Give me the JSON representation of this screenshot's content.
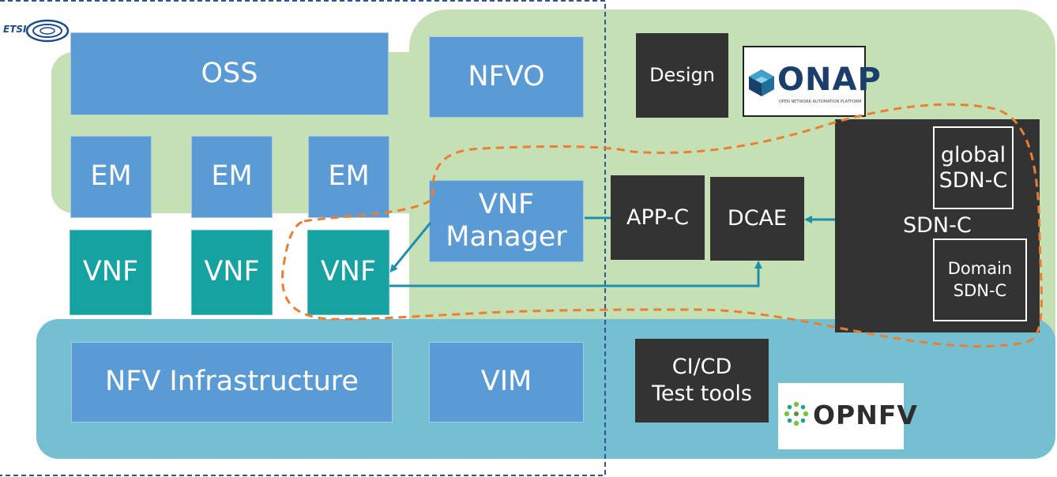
{
  "etsi": {
    "label": "ETSI"
  },
  "boxes": {
    "oss": "OSS",
    "nfvo": "NFVO",
    "em1": "EM",
    "em2": "EM",
    "em3": "EM",
    "vnf1": "VNF",
    "vnf2": "VNF",
    "vnf3": "VNF",
    "vnf_manager_line1": "VNF",
    "vnf_manager_line2": "Manager",
    "nfv_infrastructure": "NFV Infrastructure",
    "vim": "VIM",
    "design": "Design",
    "app_c": "APP-C",
    "dcae": "DCAE",
    "sdn_c": "SDN-C",
    "global_line1": "global",
    "global_line2": "SDN-C",
    "domain_line1": "Domain",
    "domain_line2": "SDN-C",
    "cicd_line1": "CI/CD",
    "cicd_line2": "Test tools"
  },
  "logos": {
    "onap_name": "ONAP",
    "onap_tagline": "OPEN NETWORK AUTOMATION PLATFORM",
    "opnfv_name": "OPNFV"
  },
  "colors": {
    "green_region": "#c5e0b4",
    "teal_region": "#75bfd3",
    "blue_box": "#5b9bd5",
    "teal_box": "#17a2a2",
    "dark_box": "#333333",
    "arrow": "#1e8fab",
    "dashed_orange": "#ed7d31",
    "dashed_blue": "#2f5597"
  }
}
